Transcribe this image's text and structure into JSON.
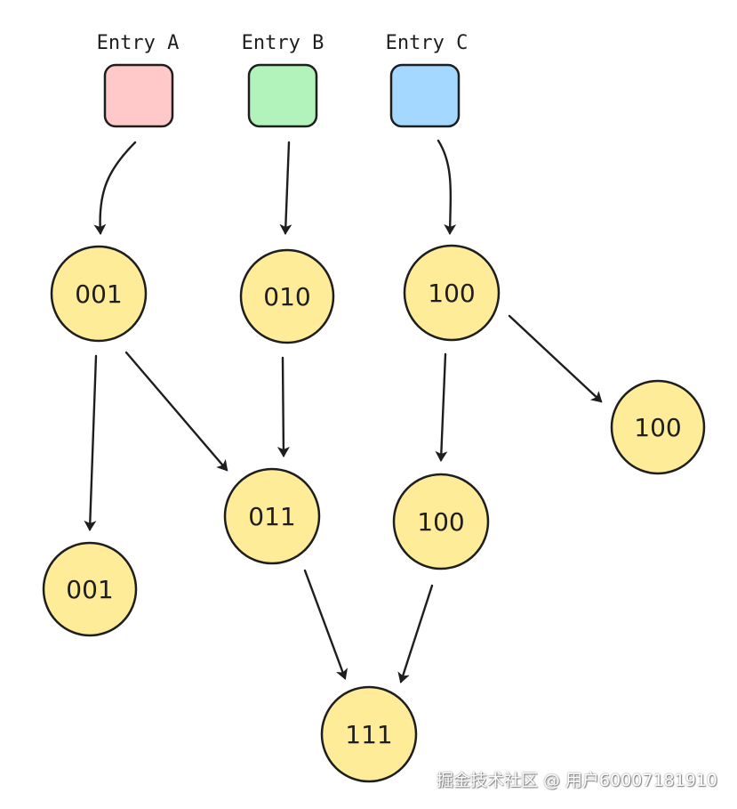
{
  "entries": [
    {
      "label": "Entry A",
      "color": "#ffc9c9"
    },
    {
      "label": "Entry B",
      "color": "#b2f2bb"
    },
    {
      "label": "Entry C",
      "color": "#a5d8ff"
    }
  ],
  "nodes": {
    "a1": "001",
    "b1": "010",
    "c1": "100",
    "c2": "100",
    "a2": "001",
    "ab": "011",
    "c3": "100",
    "all": "111"
  },
  "node_fill": "#ffec99",
  "stroke": "#1e1e1e",
  "watermark": "掘金技术社区 @ 用户60007181910"
}
